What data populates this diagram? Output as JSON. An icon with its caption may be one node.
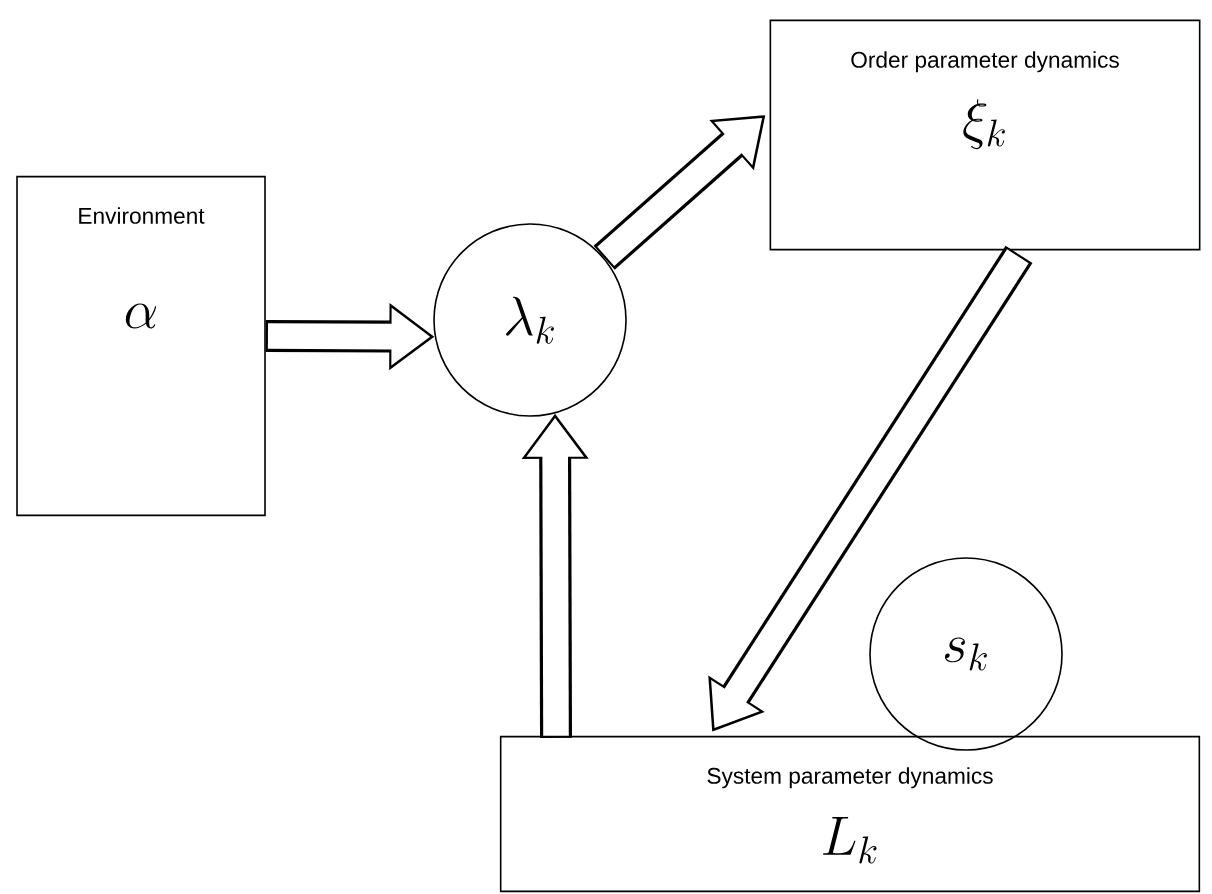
{
  "diagram": {
    "nodes": [
      {
        "text": [
          "Environment",
          "\\alpha"
        ]
      },
      {
        "text": [
          "\\lambda_k"
        ]
      },
      {
        "text": [
          "Order parameter dynamics",
          "\\xi_k"
        ]
      },
      {
        "text": [
          "s_k"
        ]
      },
      {
        "text": [
          "System parameter dynamics",
          "L_k"
        ]
      }
    ],
    "edges": [
      {
        "from": 0,
        "to": 1,
        "arrow": "to"
      },
      {
        "from": 1,
        "to": 2,
        "arrow": "to"
      },
      {
        "from": 2,
        "to": 4,
        "arrow": "to"
      },
      {
        "from": 4,
        "to": 1,
        "arrow": "to"
      }
    ]
  }
}
